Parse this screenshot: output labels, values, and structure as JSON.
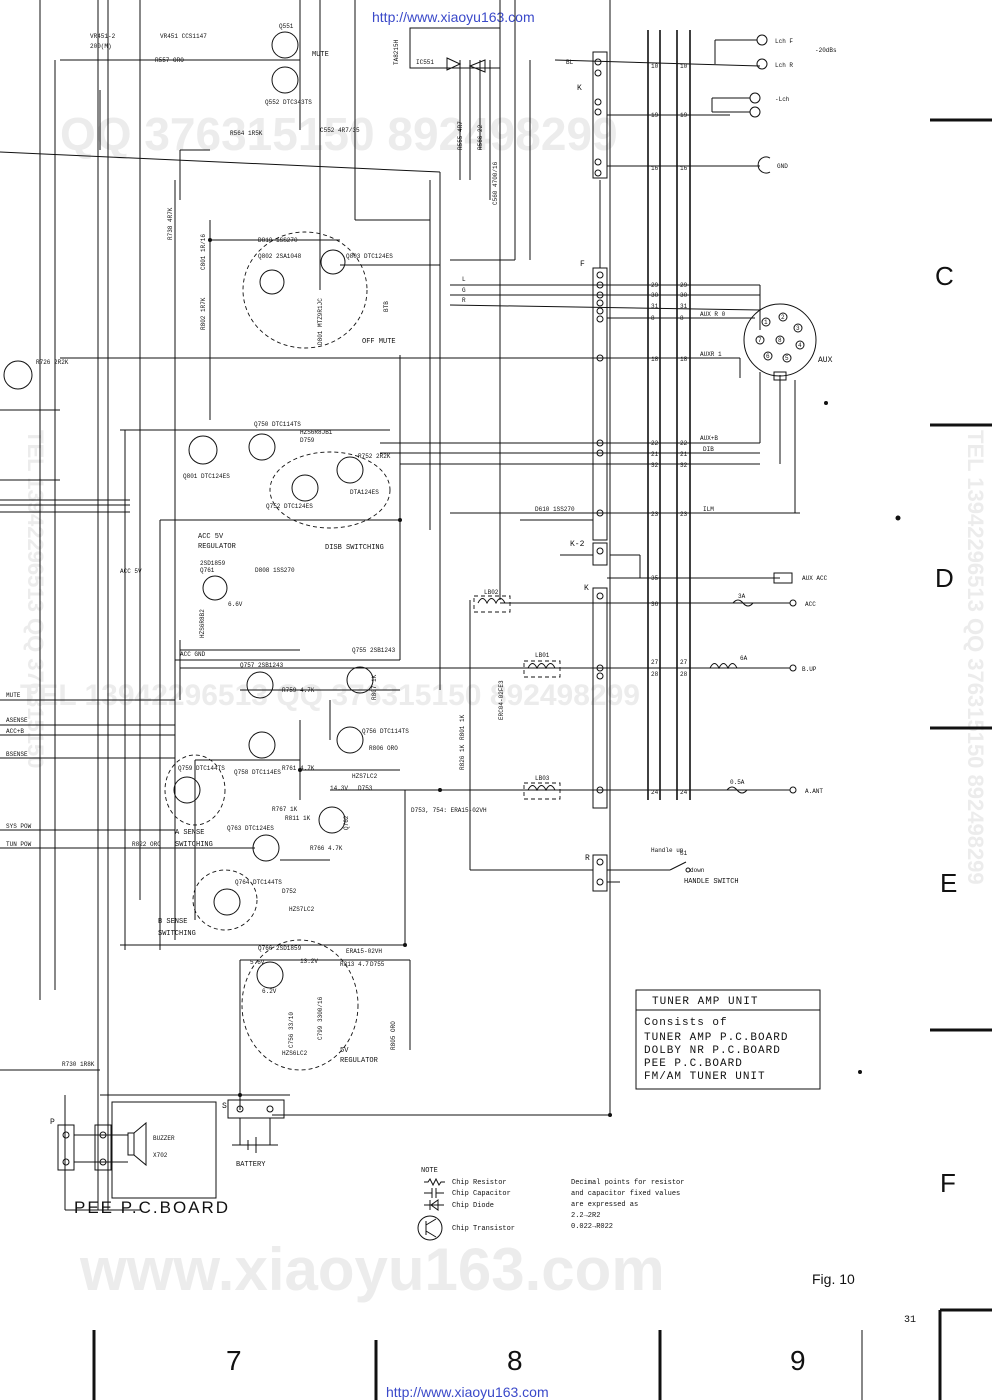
{
  "watermark": {
    "url_top": "http://www.xiaoyu163.com",
    "url_bottom": "http://www.xiaoyu163.com",
    "big_bottom": "www.xiaoyu163.com",
    "qq_top": "QQ 376315150  892498299",
    "qq_mid": "TEL 13942296513  QQ 376315150  892498299",
    "side_right": "TEL 13942296513  QQ 376315150  892498299",
    "side_left": "TEL 13942296513  QQ 376315150"
  },
  "grid": {
    "rows": [
      "C",
      "D",
      "E",
      "F"
    ],
    "cols": [
      "7",
      "8",
      "9"
    ]
  },
  "page_number": "31",
  "figure": "Fig. 10",
  "unit_box": {
    "title": "TUNER AMP UNIT",
    "consists_label": "Consists of",
    "items": [
      "TUNER AMP P.C.BOARD",
      "DOLBY NR P.C.BOARD",
      "PEE P.C.BOARD",
      "FM/AM TUNER UNIT"
    ]
  },
  "note": {
    "heading": "NOTE",
    "legend": [
      {
        "icon": "chip-resistor-symbol",
        "label": "Chip Resistor"
      },
      {
        "icon": "chip-capacitor-symbol",
        "label": "Chip Capacitor"
      },
      {
        "icon": "chip-diode-symbol",
        "label": "Chip Diode"
      },
      {
        "icon": "chip-transistor-symbol",
        "label": "Chip Transistor"
      }
    ],
    "decimal_lines": [
      "Decimal points for resistor",
      "and capacitor fixed values",
      "are expressed as",
      "2.2→2R2",
      "0.022→R022"
    ]
  },
  "board_label": "PEE P.C.BOARD",
  "connectors": {
    "right_outputs": [
      {
        "label": "Lch F"
      },
      {
        "label": "Lch R"
      },
      {
        "label": "-Lch"
      },
      {
        "label": "GND"
      }
    ],
    "level_note": "-20dBs",
    "aux_label": "AUX",
    "aux_pins": [
      "1",
      "2",
      "3",
      "4",
      "5",
      "6",
      "7",
      "8"
    ],
    "harness_signals": [
      "AUX R 0",
      "AUXR 1",
      "AUX+B",
      "DIB",
      "ILM"
    ],
    "power_lines": [
      {
        "label": "AUX ACC"
      },
      {
        "label": "ACC"
      },
      {
        "label": "B.UP"
      },
      {
        "label": "A.ANT"
      }
    ],
    "fuses": [
      "3A",
      "6A",
      "0.5A"
    ],
    "handle_switch": {
      "label": "HANDLE SWITCH",
      "up": "Handle up",
      "down": "down",
      "ref": "S1"
    },
    "battery": "BATTERY",
    "buzzer": {
      "label": "BUZZER",
      "ref": "X702"
    },
    "letters": [
      "K",
      "F",
      "K-2",
      "K",
      "R",
      "S",
      "P"
    ],
    "line_letters": [
      "L",
      "G",
      "R",
      "BL"
    ]
  },
  "blocks": {
    "mute": "MUTE",
    "off_mute": "OFF MUTE",
    "btb": "BTB",
    "disb": "DISB SWITCHING",
    "acc_reg": [
      "ACC 5V",
      "REGULATOR"
    ],
    "acc_line": "ACC 5V",
    "acc_gnd": "ACC GND",
    "a_sense": [
      "A SENSE",
      "SWITCHING"
    ],
    "b_sense": [
      "B SENSE",
      "SWITCHING"
    ],
    "reg5v": [
      "5V",
      "REGULATOR"
    ]
  },
  "left_signals": [
    "MUTE",
    "ASENSE",
    "ACC+B",
    "BSENSE",
    "SYS POW",
    "TUN POW"
  ],
  "parts": [
    {
      "ref": "VR451 CCS1147"
    },
    {
      "ref": "VR451-2"
    },
    {
      "ref": "200(M)"
    },
    {
      "ref": "R557 ORO"
    },
    {
      "ref": "Q551"
    },
    {
      "ref": "Q552 DTC343TS"
    },
    {
      "ref": "R564 1R5K"
    },
    {
      "ref": "C552 4R7/35"
    },
    {
      "ref": "IC551"
    },
    {
      "ref": "TA8215H"
    },
    {
      "ref": "R555 4R7"
    },
    {
      "ref": "R566 22"
    },
    {
      "ref": "C560 4700/16"
    },
    {
      "ref": "R738 4R7K"
    },
    {
      "ref": "C801 1R/16"
    },
    {
      "ref": "D810 1SS270"
    },
    {
      "ref": "Q802 2SA1048"
    },
    {
      "ref": "Q803 DTC124ES"
    },
    {
      "ref": "D801 MTZ9R1JC"
    },
    {
      "ref": "R802 1R7K"
    },
    {
      "ref": "R726 2R2K"
    },
    {
      "ref": "Q750 DTC114TS"
    },
    {
      "ref": "HZS6R8JB1"
    },
    {
      "ref": "D759"
    },
    {
      "ref": "R752 2R2K"
    },
    {
      "ref": "Q801 DTC124ES"
    },
    {
      "ref": "Q752 DTC124ES"
    },
    {
      "ref": "DTA124ES"
    },
    {
      "ref": "D610 1SS270"
    },
    {
      "ref": "2SD1859"
    },
    {
      "ref": "Q761"
    },
    {
      "ref": "D808 1SS270"
    },
    {
      "ref": "HZS6R8B2"
    },
    {
      "ref": "Q757 2SB1243"
    },
    {
      "ref": "Q755 2SB1243"
    },
    {
      "ref": "R759 4.7K"
    },
    {
      "ref": "R807 1K"
    },
    {
      "ref": "Q756 DTC114TS"
    },
    {
      "ref": "R806 ORO"
    },
    {
      "ref": "HZS7LC2"
    },
    {
      "ref": "Q758 DTC114ES"
    },
    {
      "ref": "R761 4.7K"
    },
    {
      "ref": "Q759 DTC144TS"
    },
    {
      "ref": "D753"
    },
    {
      "ref": "D753, 754: ERA15-02VH"
    },
    {
      "ref": "Q763 DTC124ES"
    },
    {
      "ref": "R767 1K"
    },
    {
      "ref": "R811 1K"
    },
    {
      "ref": "R766 4.7K"
    },
    {
      "ref": "Q762"
    },
    {
      "ref": "R822 ORO"
    },
    {
      "ref": "Q764 DTC144TS"
    },
    {
      "ref": "D752"
    },
    {
      "ref": "HZS7LC2"
    },
    {
      "ref": "Q766 2SD1859"
    },
    {
      "ref": "ERA15-02VH"
    },
    {
      "ref": "R813 4.7"
    },
    {
      "ref": "D755"
    },
    {
      "ref": "C756 33/10"
    },
    {
      "ref": "C799 3300/16"
    },
    {
      "ref": "HZS6LC2"
    },
    {
      "ref": "R805 ORO"
    },
    {
      "ref": "R730 1R8K"
    },
    {
      "ref": "LB02"
    },
    {
      "ref": "LB01"
    },
    {
      "ref": "LB03"
    },
    {
      "ref": "ERC04-02FE3"
    },
    {
      "ref": "R801 1K"
    },
    {
      "ref": "R826 1K"
    }
  ],
  "voltages": [
    "14.3V",
    "13.2V",
    "6.6V",
    "5.6V",
    "6.2V"
  ],
  "pin_numbers": {
    "col_a": [
      "10",
      "19",
      "16",
      "29",
      "30",
      "31",
      "8",
      "18",
      "22",
      "21",
      "32",
      "23",
      "35",
      "36",
      "27",
      "28",
      "24"
    ],
    "col_b": [
      "10",
      "19",
      "16",
      "29",
      "30",
      "31",
      "8",
      "18",
      "22",
      "21",
      "32",
      "23",
      "27",
      "28",
      "24"
    ]
  }
}
